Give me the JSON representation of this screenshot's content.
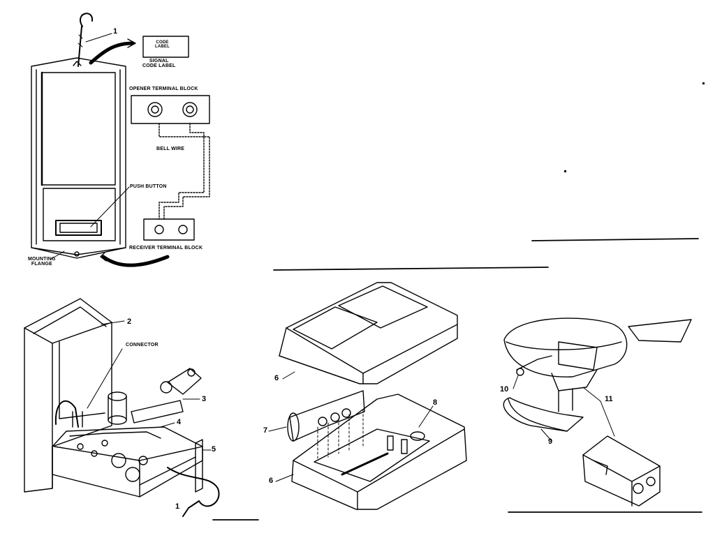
{
  "labels": {
    "code_label_box": "CODE\nLABEL",
    "signal_code_label": "SIGNAL\nCODE LABEL",
    "opener_terminal_block": "OPENER TERMINAL BLOCK",
    "bell_wire": "BELL WIRE",
    "push_button": "PUSH BUTTON",
    "receiver_terminal_block": "RECEIVER TERMINAL BLOCK",
    "mounting_flange": "MOUNTING\nFLANGE",
    "connector": "CONNECTOR"
  },
  "part_numbers": {
    "p1_top": "1",
    "p2": "2",
    "p3": "3",
    "p4": "4",
    "p5": "5",
    "p1_bottom": "1",
    "p6_cover": "6",
    "p7": "7",
    "p8": "8",
    "p6_base": "6",
    "p10": "10",
    "p11": "11",
    "p9": "9"
  }
}
